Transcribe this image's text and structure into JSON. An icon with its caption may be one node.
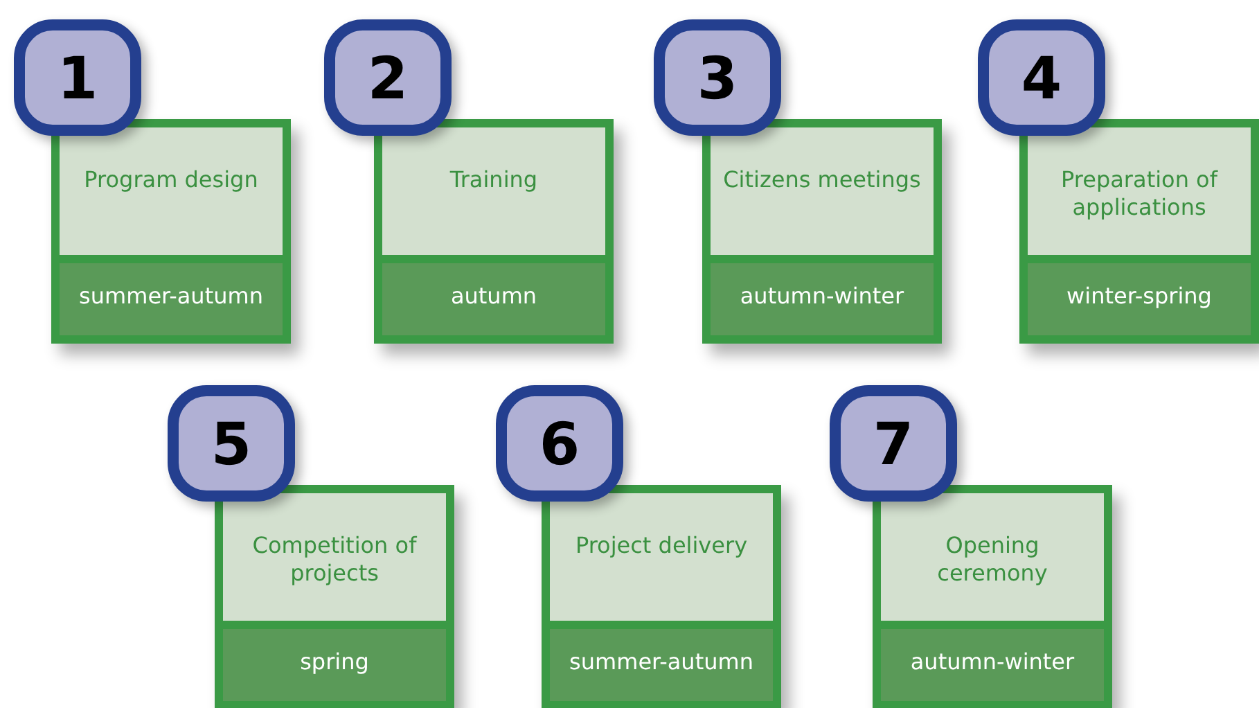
{
  "diagram": {
    "nodes": [
      {
        "text": [
          "1"
        ]
      },
      {
        "text": [
          "Program design",
          "summer-autumn"
        ]
      },
      {
        "text": [
          "2"
        ]
      },
      {
        "text": [
          "Training",
          "autumn"
        ]
      },
      {
        "text": [
          "3"
        ]
      },
      {
        "text": [
          "Citizens meetings",
          "autumn-winter"
        ]
      },
      {
        "text": [
          "4"
        ]
      },
      {
        "text": [
          "Preparation of applications",
          "winter-spring"
        ]
      },
      {
        "text": [
          "5"
        ]
      },
      {
        "text": [
          "Competition of projects",
          "spring"
        ]
      },
      {
        "text": [
          "6"
        ]
      },
      {
        "text": [
          "Project delivery",
          "summer-autumn"
        ]
      },
      {
        "text": [
          "7"
        ]
      },
      {
        "text": [
          "Opening ceremony",
          "autumn-winter"
        ]
      }
    ]
  }
}
